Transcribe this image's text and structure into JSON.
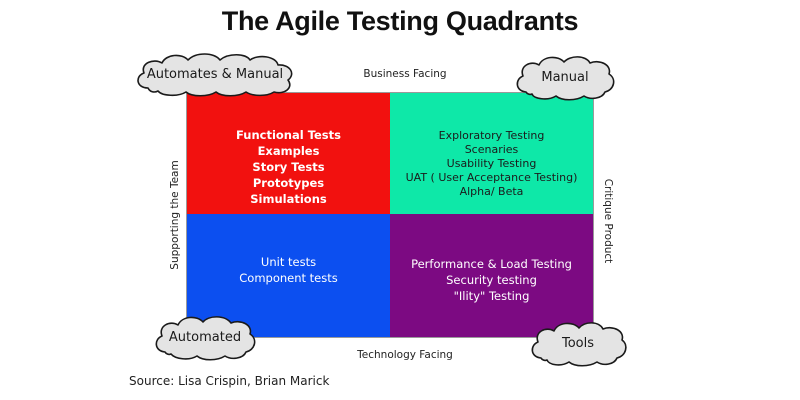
{
  "title": "The Agile Testing Quadrants",
  "axes": {
    "top": "Business Facing",
    "bottom": "Technology Facing",
    "left": "Supporting the Team",
    "right": "Critique Product"
  },
  "quadrants": {
    "top_left": {
      "color": "#f2110f",
      "items": [
        "Functional Tests",
        "Examples",
        "Story Tests",
        "Prototypes",
        "Simulations"
      ]
    },
    "top_right": {
      "color": "#0ee8a8",
      "items": [
        "Exploratory Testing",
        "Scenaries",
        "Usability Testing",
        "UAT ( User Acceptance Testing)",
        "Alpha/ Beta"
      ]
    },
    "bottom_left": {
      "color": "#0c4ff0",
      "items": [
        "Unit tests",
        "Component tests"
      ]
    },
    "bottom_right": {
      "color": "#7c0a82",
      "items": [
        "Performance & Load Testing",
        "Security testing",
        "\"Ility\" Testing"
      ]
    }
  },
  "clouds": {
    "top_left": "Automates & Manual",
    "top_right": "Manual",
    "bottom_left": "Automated",
    "bottom_right": "Tools"
  },
  "source": "Source: Lisa Crispin, Brian Marick"
}
